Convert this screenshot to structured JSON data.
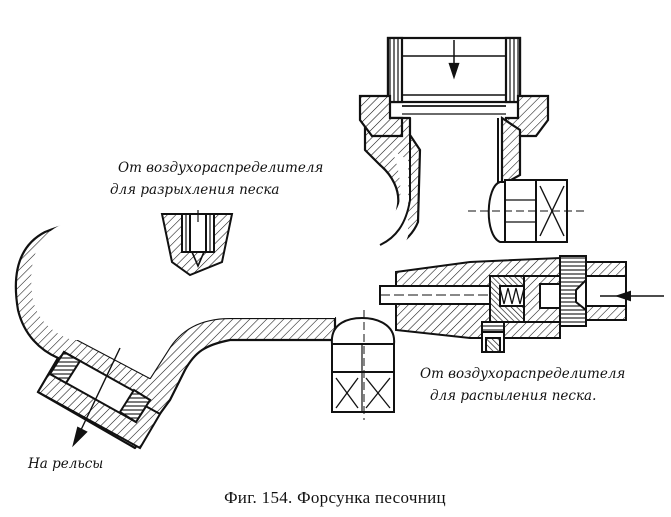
{
  "labels": {
    "air_loosen_line1": "От воздухораспределителя",
    "air_loosen_line2": "для разрыхления песка",
    "air_spray_line1": "От воздухораспределителя",
    "air_spray_line2": "для распыления песка.",
    "to_rails": "На рельсы"
  },
  "caption": "Фиг. 154. Форсунка песочниц",
  "colors": {
    "ink": "#111111",
    "paper": "#ffffff"
  }
}
